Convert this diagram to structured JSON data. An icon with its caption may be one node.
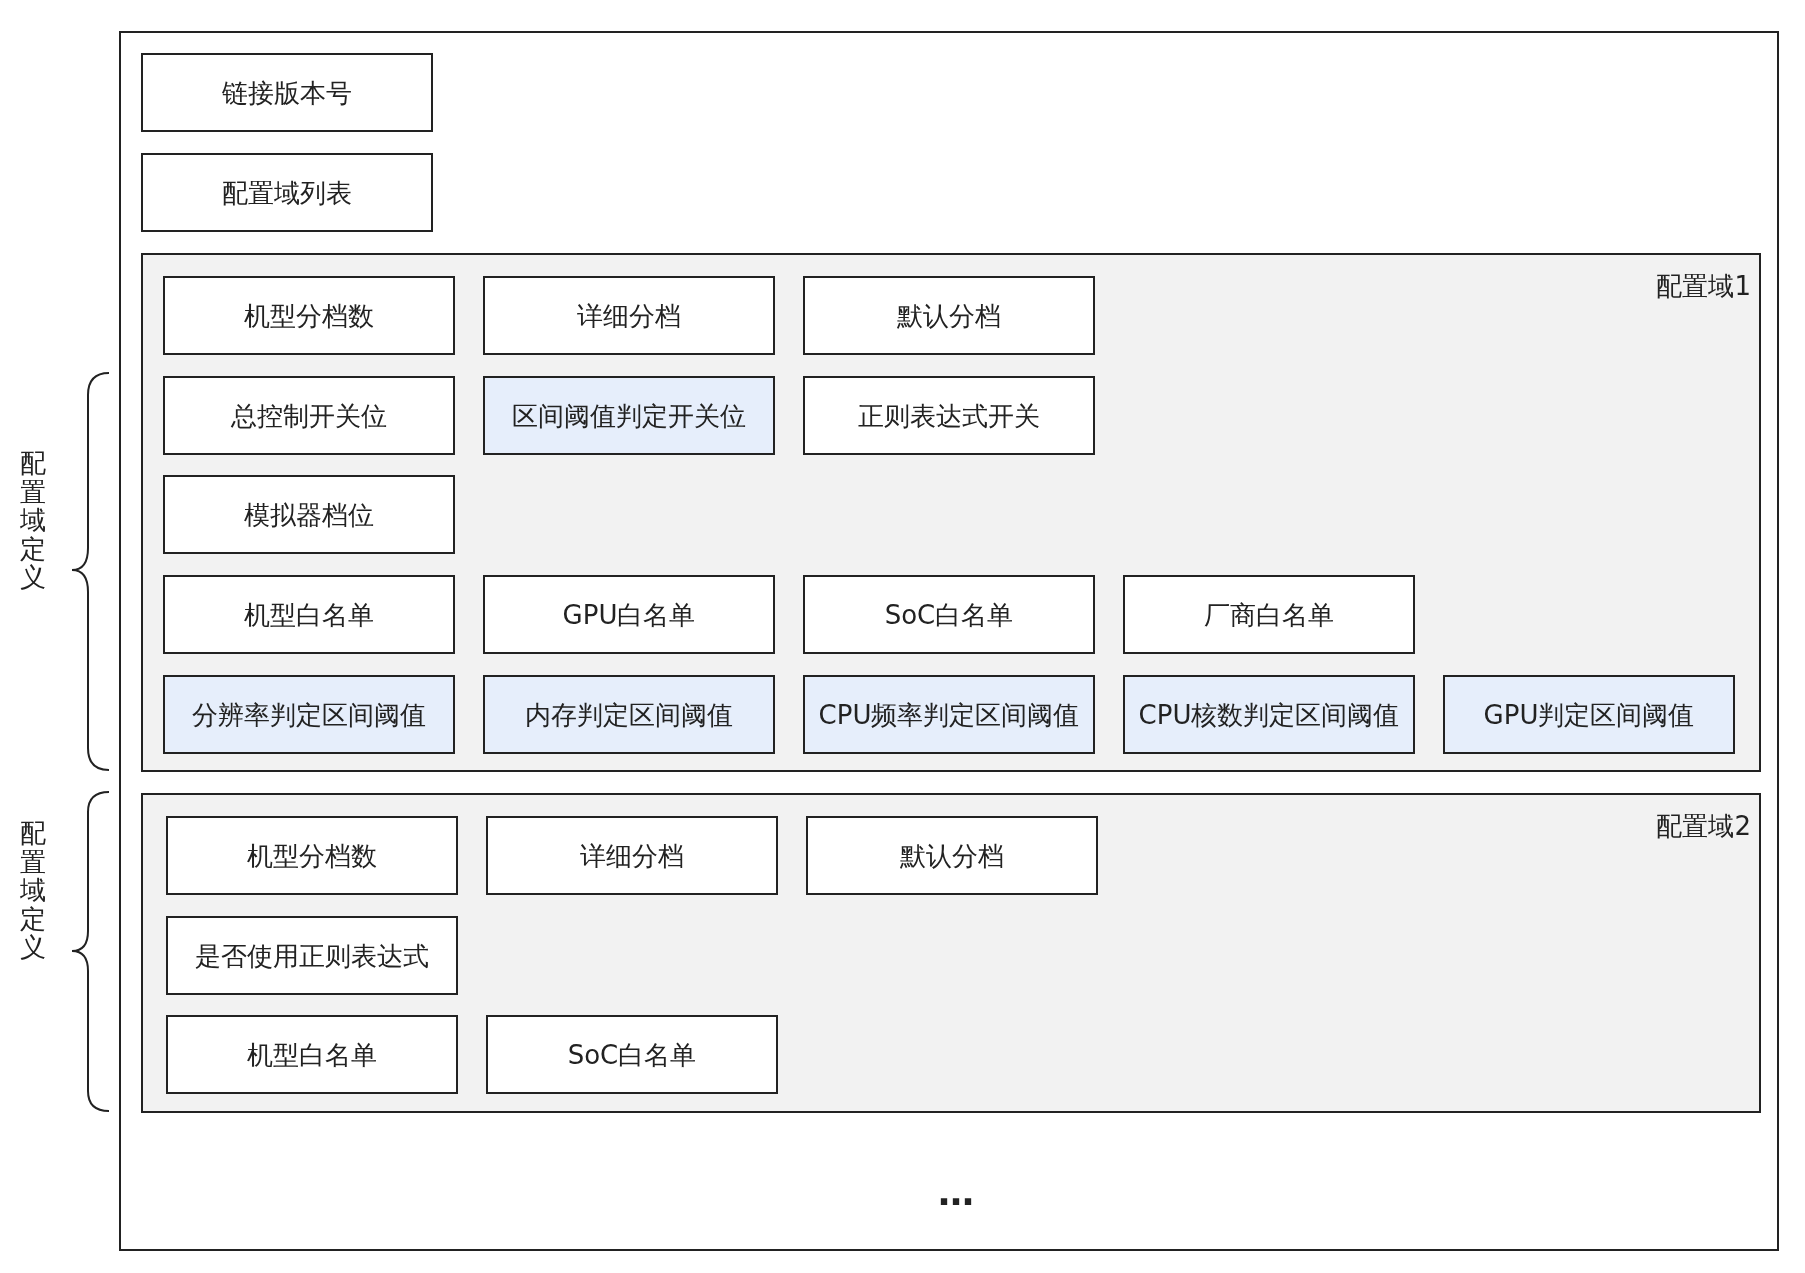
{
  "diagram": {
    "nodes": [
      {
        "text": [],
        "shape": "box"
      },
      {
        "text": [
          "链接版本号"
        ],
        "in": 0
      },
      {
        "text": [
          "配置域列表"
        ],
        "in": 0
      },
      {
        "text": [
          "配置域1"
        ],
        "in": 0
      },
      {
        "text": [
          "机型分档数"
        ],
        "in": 3
      },
      {
        "text": [
          "详细分档"
        ],
        "in": 3
      },
      {
        "text": [
          "默认分档"
        ],
        "in": 3
      },
      {
        "text": [
          "总控制开关位"
        ],
        "in": 3
      },
      {
        "text": [
          "区间阈值判定开关位"
        ],
        "in": 3
      },
      {
        "text": [
          "正则表达式开关"
        ],
        "in": 3
      },
      {
        "text": [
          "模拟器档位"
        ],
        "in": 3
      },
      {
        "text": [
          "机型白名单"
        ],
        "in": 3
      },
      {
        "text": [
          "GPU白名单"
        ],
        "in": 3
      },
      {
        "text": [
          "SoC白名单"
        ],
        "in": 3
      },
      {
        "text": [
          "厂商白名单"
        ],
        "in": 3
      },
      {
        "text": [
          "分辨率判定区间阈值"
        ],
        "in": 3
      },
      {
        "text": [
          "内存判定区间阈值"
        ],
        "in": 3
      },
      {
        "text": [
          "CPU频率判定区间阈值"
        ],
        "in": 3
      },
      {
        "text": [
          "CPU核数判定区间阈值"
        ],
        "in": 3
      },
      {
        "text": [
          "GPU判定区间阈值"
        ],
        "in": 3
      },
      {
        "text": [
          "配置域2"
        ],
        "in": 0
      },
      {
        "text": [
          "机型分档数"
        ],
        "in": 20
      },
      {
        "text": [
          "详细分档"
        ],
        "in": 20
      },
      {
        "text": [
          "默认分档"
        ],
        "in": 20
      },
      {
        "text": [
          "是否使用正则表达式"
        ],
        "in": 20
      },
      {
        "text": [
          "机型白名单"
        ],
        "in": 20
      },
      {
        "text": [
          "SoC白名单"
        ],
        "in": 20
      }
    ],
    "labels": [
      "配置域定义",
      "配置域定义",
      "…"
    ]
  }
}
